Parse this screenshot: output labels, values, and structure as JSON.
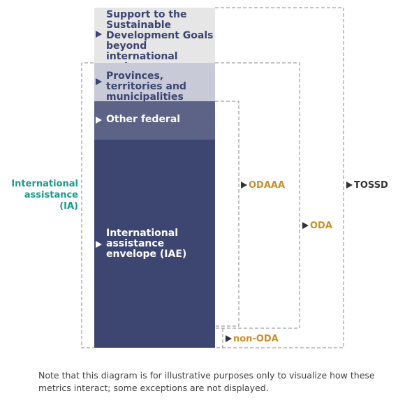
{
  "segments": [
    {
      "id": "sdg",
      "label": "Support to the Sustainable Development Goals beyond international assistance",
      "bg": "#e6e6e6",
      "text_color": "#3b4470",
      "tri_color": "#3b4470"
    },
    {
      "id": "ptm",
      "label": "Provinces, territories and municipalities",
      "bg": "#c8cad7",
      "text_color": "#3b4470",
      "tri_color": "#3b4470"
    },
    {
      "id": "other",
      "label": "Other federal",
      "bg": "#5d6287",
      "text_color": "#ffffff",
      "tri_color": "#ffffff"
    },
    {
      "id": "iae",
      "label": "International assistance envelope (IAE)",
      "bg": "#3d4571",
      "text_color": "#ffffff",
      "tri_color": "#ffffff"
    }
  ],
  "labels": {
    "ia": "International assistance (IA)",
    "odaaa": "ODAAA",
    "oda": "ODA",
    "nonoda": "non-ODA",
    "tossd": "TOSSD"
  },
  "colors": {
    "ia": "#1a9a8a",
    "oda": "#c9902a",
    "tossd": "#333333",
    "lines": "#888888"
  },
  "note": "Note that this diagram is for illustrative purposes only to visualize how these metrics interact; some exceptions are not displayed."
}
